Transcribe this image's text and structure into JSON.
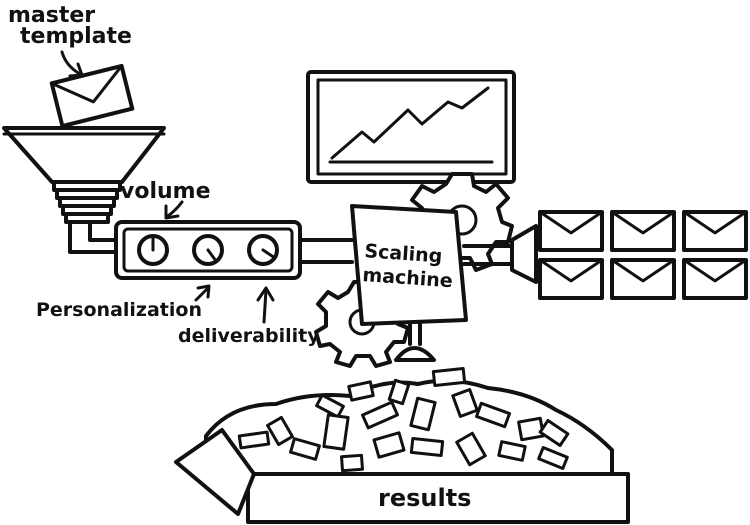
{
  "labels": {
    "master_template": [
      "master",
      "template"
    ],
    "volume": "volume",
    "personalization": "Personalization",
    "deliverability": "deliverability",
    "machine": [
      "Scaling",
      "machine"
    ],
    "results": "results"
  },
  "icons": {
    "input": "envelope-icon",
    "funnel": "funnel-icon",
    "monitor": "monitor-chart-icon",
    "gear": "gear-icon",
    "outputs": "envelope-icon"
  },
  "output_envelopes": {
    "rows": 2,
    "cols": 3
  },
  "colors": {
    "ink": "#111111",
    "paper": "#ffffff"
  }
}
